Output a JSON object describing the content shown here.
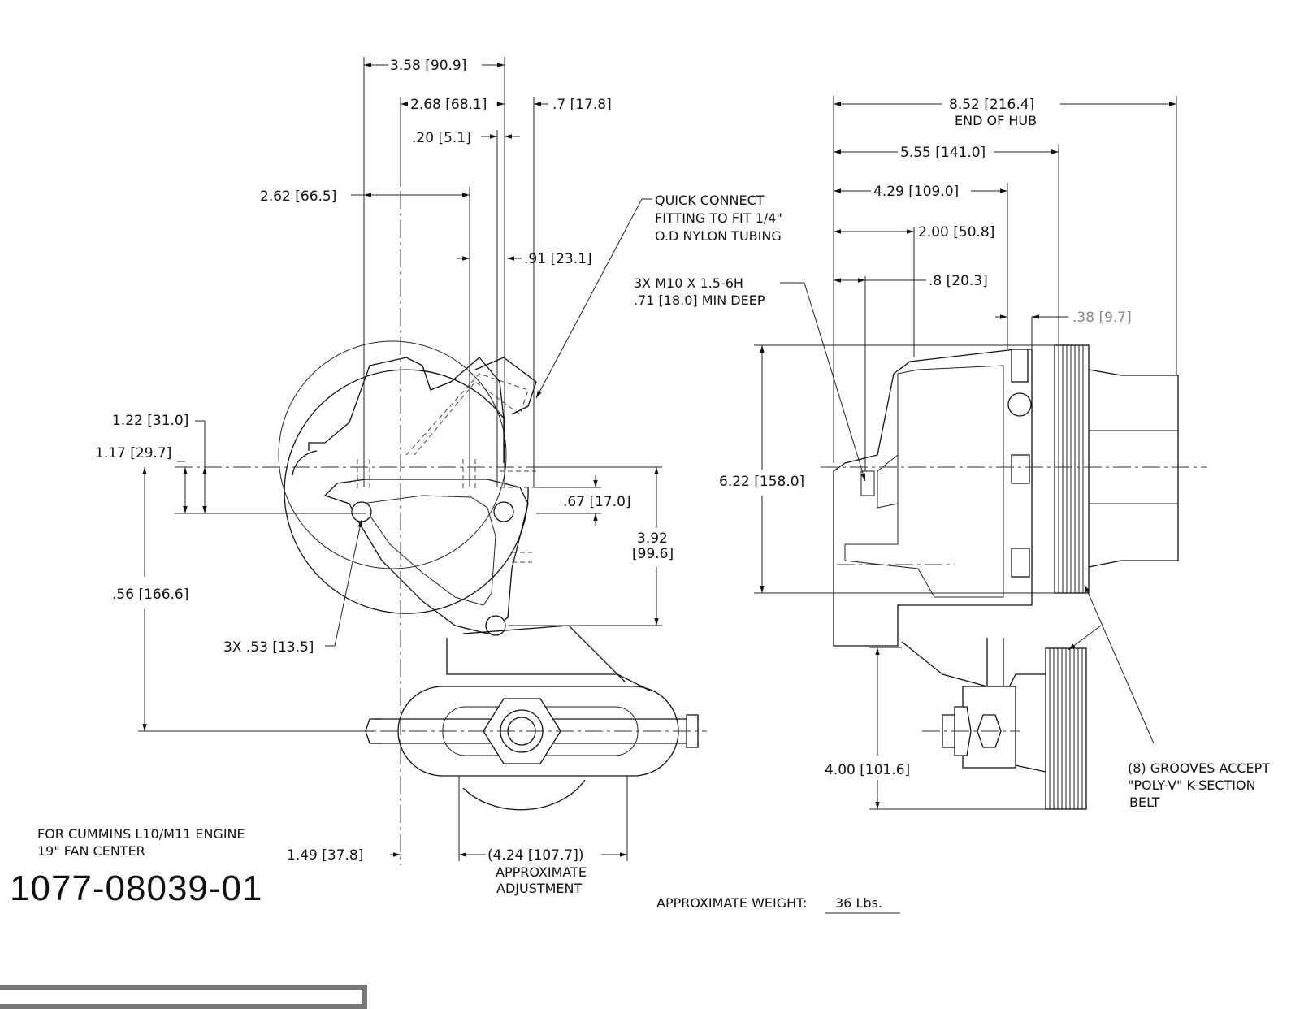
{
  "left_view": {
    "dims": {
      "d1": "3.58 [90.9]",
      "d2": "2.68 [68.1]",
      "d3": ".7 [17.8]",
      "d4": ".20 [5.1]",
      "d5": "2.62 [66.5]",
      "d6": ".91 [23.1]",
      "d7": "1.22 [31.0]",
      "d8": "1.17 [29.7]",
      "d9": ".67 [17.0]",
      "d10a": "3.92",
      "d10b": "[99.6]",
      "d11": ".56 [166.6]",
      "d12": "3X .53 [13.5]",
      "d13": "1.49 [37.8]",
      "d14": "(4.24 [107.7])"
    },
    "quick_connect": [
      "QUICK CONNECT",
      "FITTING TO FIT 1/4\"",
      "O.D NYLON TUBING"
    ],
    "adjustment": [
      "APPROXIMATE",
      "ADJUSTMENT"
    ]
  },
  "right_view": {
    "dims": {
      "r1a": "8.52 [216.4]",
      "r1b": "END OF HUB",
      "r2": "5.55 [141.0]",
      "r3": "4.29 [109.0]",
      "r4": "2.00 [50.8]",
      "r5": ".8 [20.3]",
      "r6": ".38 [9.7]",
      "r7": "6.22 [158.0]",
      "r8": "4.00 [101.6]"
    },
    "thread_note": [
      "3X M10 X 1.5-6H",
      ".71 [18.0] MIN DEEP"
    ],
    "grooves_note": [
      "(8) GROOVES ACCEPT",
      "\"POLY-V\" K-SECTION",
      "BELT"
    ]
  },
  "notes": {
    "engine": [
      "FOR CUMMINS L10/M11 ENGINE",
      "19\" FAN CENTER"
    ],
    "part_number": "1077-08039-01",
    "weight_label": "APPROXIMATE WEIGHT:",
    "weight_value": "36 Lbs."
  }
}
